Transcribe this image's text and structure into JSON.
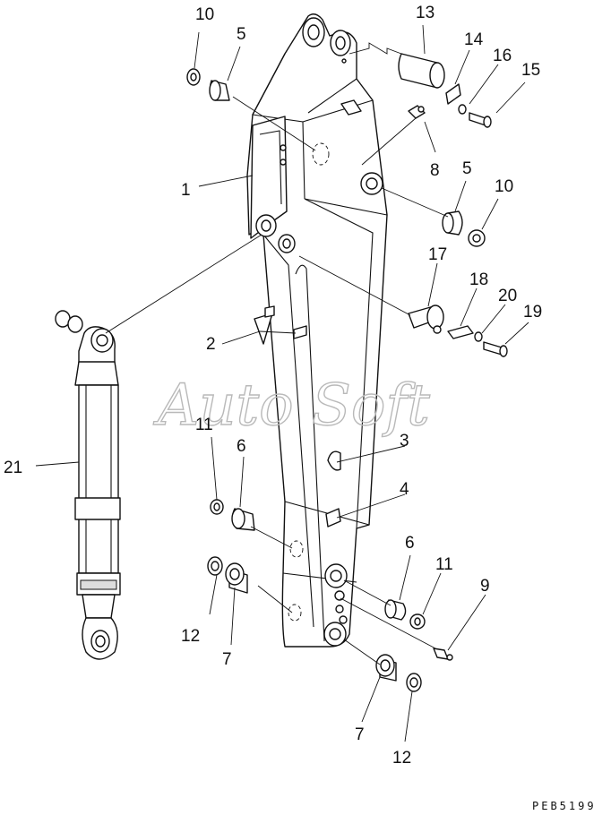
{
  "drawing_ref": "PEB5199",
  "watermark": "Auto Soft",
  "callouts": [
    {
      "id": "c10a",
      "text": "10"
    },
    {
      "id": "c5a",
      "text": "5"
    },
    {
      "id": "c13",
      "text": "13"
    },
    {
      "id": "c14",
      "text": "14"
    },
    {
      "id": "c16",
      "text": "16"
    },
    {
      "id": "c15",
      "text": "15"
    },
    {
      "id": "c8",
      "text": "8"
    },
    {
      "id": "c1",
      "text": "1"
    },
    {
      "id": "c5b",
      "text": "5"
    },
    {
      "id": "c10b",
      "text": "10"
    },
    {
      "id": "c17",
      "text": "17"
    },
    {
      "id": "c18",
      "text": "18"
    },
    {
      "id": "c20",
      "text": "20"
    },
    {
      "id": "c19",
      "text": "19"
    },
    {
      "id": "c2",
      "text": "2"
    },
    {
      "id": "c11a",
      "text": "11"
    },
    {
      "id": "c3",
      "text": "3"
    },
    {
      "id": "c6a",
      "text": "6"
    },
    {
      "id": "c21",
      "text": "21"
    },
    {
      "id": "c4",
      "text": "4"
    },
    {
      "id": "c6b",
      "text": "6"
    },
    {
      "id": "c11b",
      "text": "11"
    },
    {
      "id": "c9",
      "text": "9"
    },
    {
      "id": "c12a",
      "text": "12"
    },
    {
      "id": "c7a",
      "text": "7"
    },
    {
      "id": "c7b",
      "text": "7"
    },
    {
      "id": "c12b",
      "text": "12"
    }
  ]
}
